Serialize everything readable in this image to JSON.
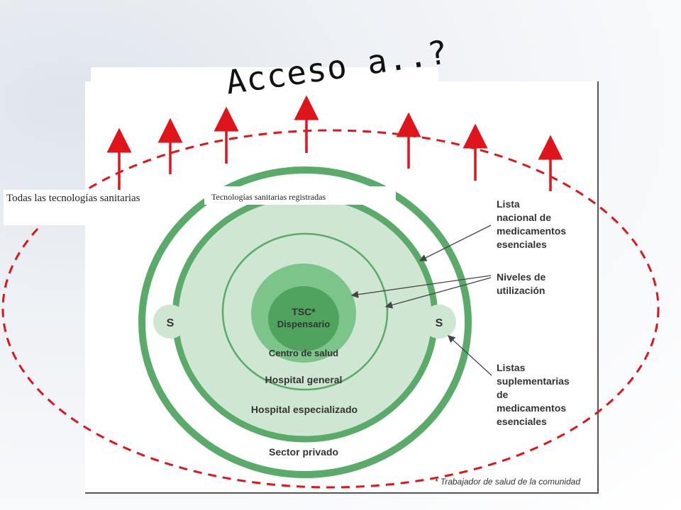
{
  "title": "Acceso a..?",
  "labels": {
    "all_technologies": "Todas las tecnologías sanitarias",
    "registered_technologies": "Tecnologías sanitarias registradas"
  },
  "diagram": {
    "center_line1": "TSC*",
    "center_line2": "Dispensario",
    "ring_centro_salud": "Centro de salud",
    "ring_hospital_general": "Hospital general",
    "ring_hospital_especializado": "Hospital especializado",
    "sector_privado": "Sector privado",
    "supplement_left": "S",
    "supplement_right": "S",
    "annot_lista_nacional": [
      "Lista",
      "nacional de",
      "medicamentos",
      "esenciales"
    ],
    "annot_niveles": [
      "Niveles de",
      "utilización"
    ],
    "annot_listas_supl": [
      "Listas",
      "suplementarias",
      "de",
      "medicamentos",
      "esenciales"
    ],
    "footnote": "* Trabajador de salud de la comunidad"
  },
  "colors": {
    "dark_green": "#5aab6a",
    "mid_green": "#7cc489",
    "light_green": "#cfe6d2",
    "arrow_red": "#e0141b"
  }
}
